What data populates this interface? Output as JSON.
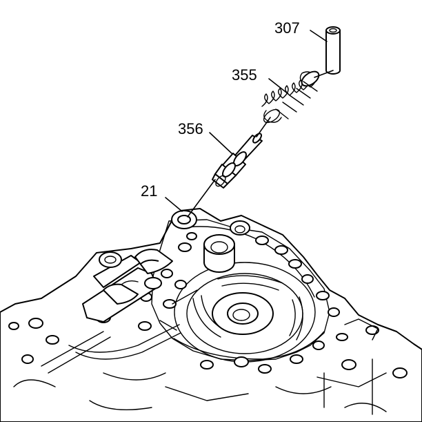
{
  "callouts": {
    "pin": "307",
    "spring": "355",
    "valve": "356",
    "valve_body": "21"
  },
  "colors": {
    "line": "#000000",
    "background": "#ffffff"
  }
}
